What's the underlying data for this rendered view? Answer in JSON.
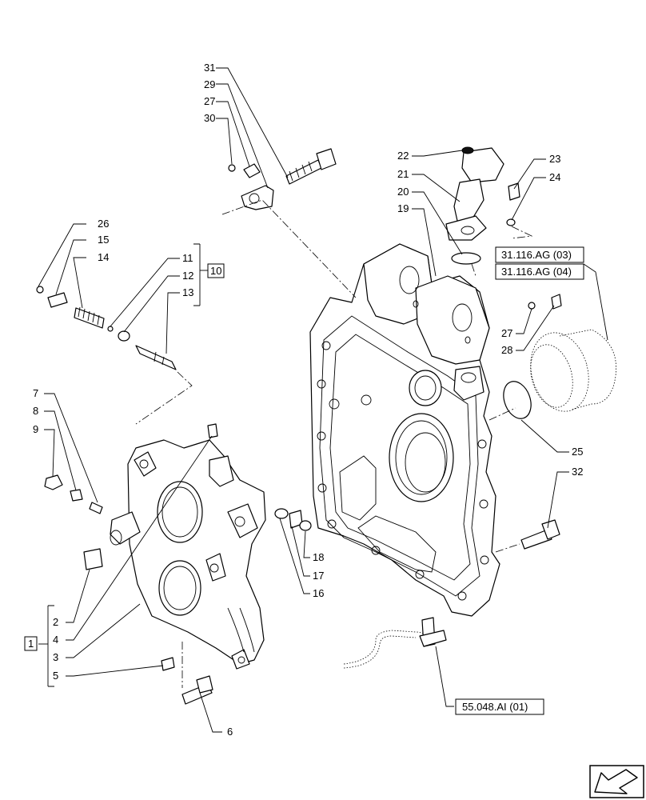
{
  "callouts": {
    "n1": "1",
    "n2": "2",
    "n3": "3",
    "n4": "4",
    "n5": "5",
    "n6": "6",
    "n7": "7",
    "n8": "8",
    "n9": "9",
    "n10": "10",
    "n11": "11",
    "n12": "12",
    "n13": "13",
    "n14": "14",
    "n15": "15",
    "n16": "16",
    "n17": "17",
    "n18": "18",
    "n19": "19",
    "n20": "20",
    "n21": "21",
    "n22": "22",
    "n23": "23",
    "n24": "24",
    "n25": "25",
    "n26": "26",
    "n27a": "27",
    "n27b": "27",
    "n28": "28",
    "n29": "29",
    "n30": "30",
    "n31": "31",
    "n32": "32"
  },
  "references": {
    "ref_a": "31.116.AG (03)",
    "ref_b": "31.116.AG (04)",
    "ref_c": "55.048.AI (01)"
  },
  "icons": {
    "nav_arrow": "next-page-arrow-icon"
  }
}
